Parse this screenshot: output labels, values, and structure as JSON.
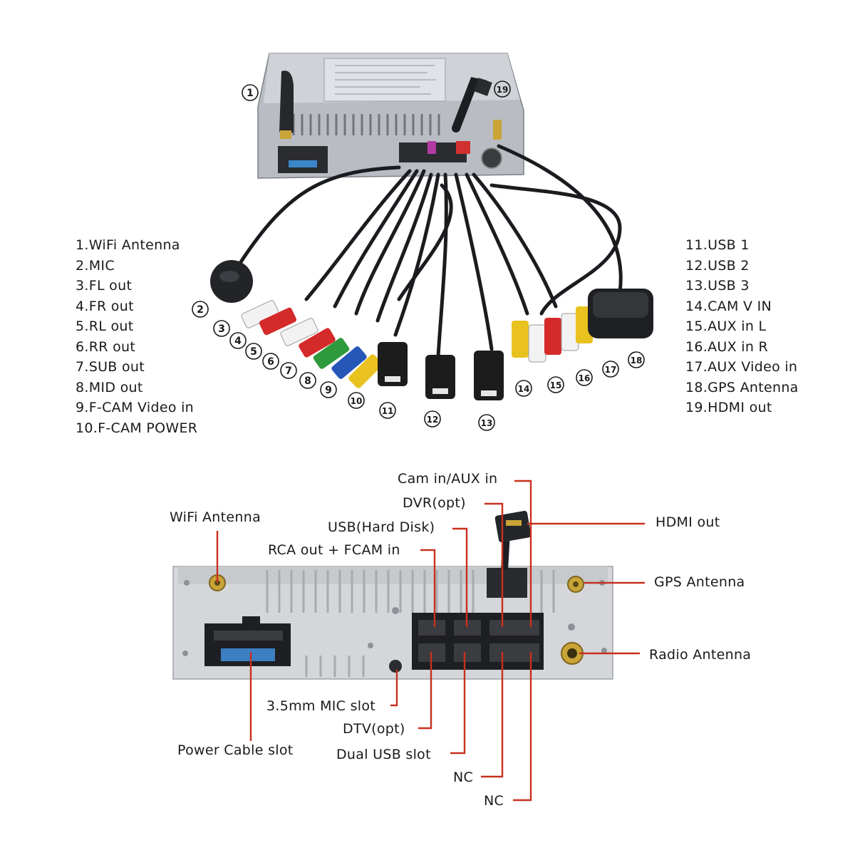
{
  "legend_left": [
    "1.WiFi Antenna",
    "2.MIC",
    "3.FL out",
    "4.FR out",
    "5.RL out",
    "6.RR out",
    "7.SUB out",
    "8.MID out",
    "9.F-CAM Video in",
    "10.F-CAM POWER"
  ],
  "legend_right": [
    "11.USB 1",
    "12.USB 2",
    "13.USB 3",
    "14.CAM V IN",
    "15.AUX in L",
    "16.AUX in R",
    "17.AUX Video in",
    "18.GPS Antenna",
    "19.HDMI out"
  ],
  "markers": [
    "1",
    "2",
    "3",
    "4",
    "5",
    "6",
    "7",
    "8",
    "9",
    "10",
    "11",
    "12",
    "13",
    "14",
    "15",
    "16",
    "17",
    "18",
    "19"
  ],
  "ports": {
    "wifi_antenna": "WiFi Antenna",
    "cam_aux_in": "Cam in/AUX in",
    "dvr": "DVR(opt)",
    "usb_hard_disk": "USB(Hard Disk)",
    "rca_fcam": "RCA out + FCAM in",
    "hdmi_out": "HDMI out",
    "gps_antenna": "GPS Antenna",
    "radio_antenna": "Radio Antenna",
    "mic_slot": "3.5mm MIC slot",
    "dtv": "DTV(opt)",
    "power_cable": "Power Cable slot",
    "dual_usb": "Dual USB slot",
    "nc_1": "NC",
    "nc_2": "NC"
  },
  "colors": {
    "callout": "#c8301e",
    "panel": "#d4d6d9",
    "rca_white": "#f2f2f2",
    "rca_red": "#d42a2a",
    "rca_green": "#2f9a3c",
    "rca_blue": "#2656b8",
    "rca_yellow": "#e9c21f",
    "usb_black": "#1c1c1c"
  }
}
